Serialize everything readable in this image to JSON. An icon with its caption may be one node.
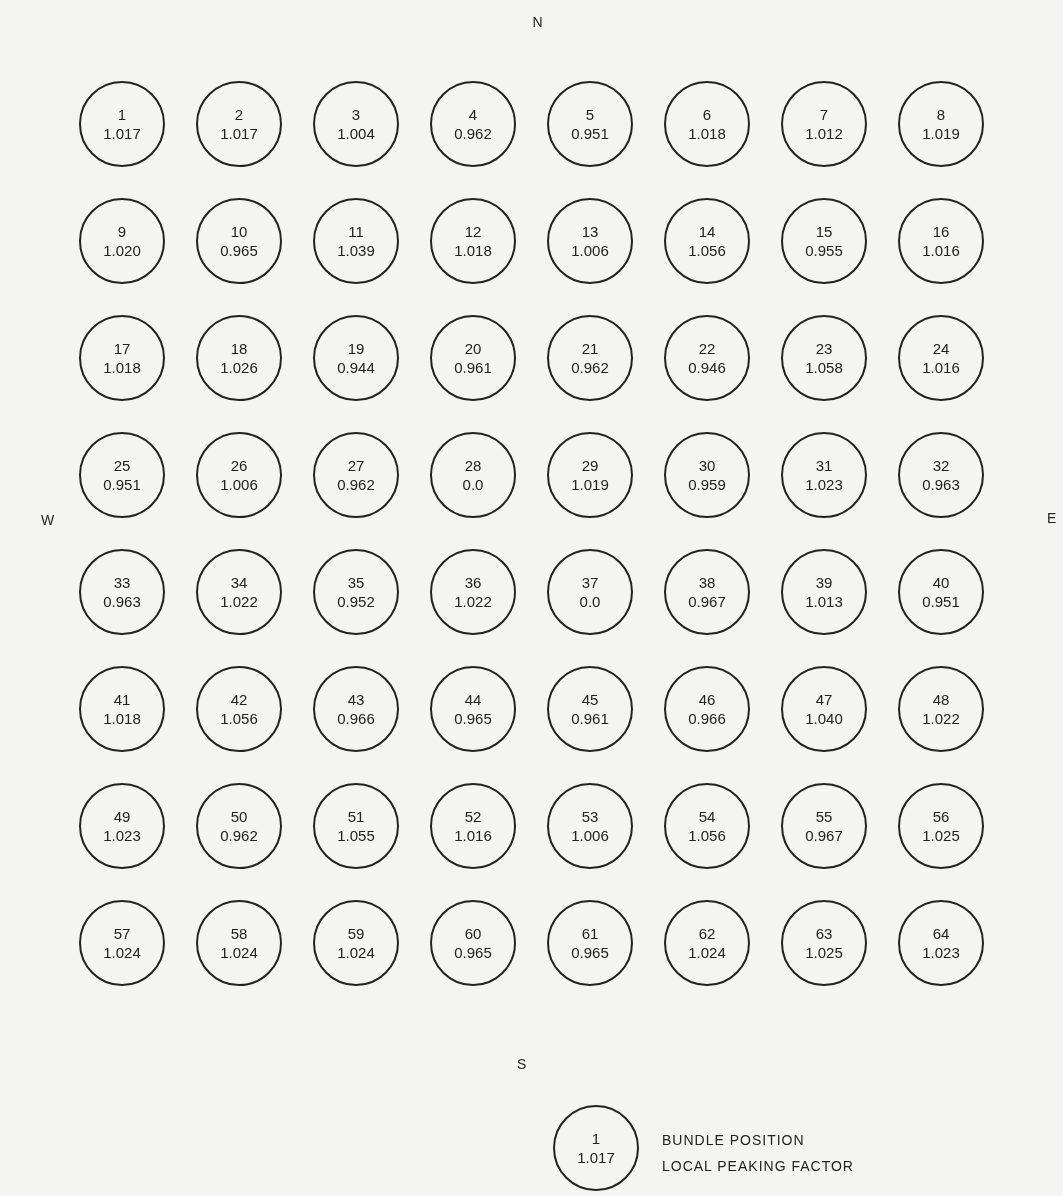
{
  "diagram": {
    "nodes": [
      {
        "text": [
          "1",
          "1.017"
        ]
      },
      {
        "text": [
          "2",
          "1.017"
        ]
      },
      {
        "text": [
          "3",
          "1.004"
        ]
      },
      {
        "text": [
          "4",
          "0.962"
        ]
      },
      {
        "text": [
          "5",
          "0.951"
        ]
      },
      {
        "text": [
          "6",
          "1.018"
        ]
      },
      {
        "text": [
          "7",
          "1.012"
        ]
      },
      {
        "text": [
          "8",
          "1.019"
        ]
      },
      {
        "text": [
          "9",
          "1.020"
        ]
      },
      {
        "text": [
          "10",
          "0.965"
        ]
      },
      {
        "text": [
          "11",
          "1.039"
        ]
      },
      {
        "text": [
          "12",
          "1.018"
        ]
      },
      {
        "text": [
          "13",
          "1.006"
        ]
      },
      {
        "text": [
          "14",
          "1.056"
        ]
      },
      {
        "text": [
          "15",
          "0.955"
        ]
      },
      {
        "text": [
          "16",
          "1.016"
        ]
      },
      {
        "text": [
          "17",
          "1.018"
        ]
      },
      {
        "text": [
          "18",
          "1.026"
        ]
      },
      {
        "text": [
          "19",
          "0.944"
        ]
      },
      {
        "text": [
          "20",
          "0.961"
        ]
      },
      {
        "text": [
          "21",
          "0.962"
        ]
      },
      {
        "text": [
          "22",
          "0.946"
        ]
      },
      {
        "text": [
          "23",
          "1.058"
        ]
      },
      {
        "text": [
          "24",
          "1.016"
        ]
      },
      {
        "text": [
          "25",
          "0.951"
        ]
      },
      {
        "text": [
          "26",
          "1.006"
        ]
      },
      {
        "text": [
          "27",
          "0.962"
        ]
      },
      {
        "text": [
          "28",
          "0.0"
        ]
      },
      {
        "text": [
          "29",
          "1.019"
        ]
      },
      {
        "text": [
          "30",
          "0.959"
        ]
      },
      {
        "text": [
          "31",
          "1.023"
        ]
      },
      {
        "text": [
          "32",
          "0.963"
        ]
      },
      {
        "text": [
          "33",
          "0.963"
        ]
      },
      {
        "text": [
          "34",
          "1.022"
        ]
      },
      {
        "text": [
          "35",
          "0.952"
        ]
      },
      {
        "text": [
          "36",
          "1.022"
        ]
      },
      {
        "text": [
          "37",
          "0.0"
        ]
      },
      {
        "text": [
          "38",
          "0.967"
        ]
      },
      {
        "text": [
          "39",
          "1.013"
        ]
      },
      {
        "text": [
          "40",
          "0.951"
        ]
      },
      {
        "text": [
          "41",
          "1.018"
        ]
      },
      {
        "text": [
          "42",
          "1.056"
        ]
      },
      {
        "text": [
          "43",
          "0.966"
        ]
      },
      {
        "text": [
          "44",
          "0.965"
        ]
      },
      {
        "text": [
          "45",
          "0.961"
        ]
      },
      {
        "text": [
          "46",
          "0.966"
        ]
      },
      {
        "text": [
          "47",
          "1.040"
        ]
      },
      {
        "text": [
          "48",
          "1.022"
        ]
      },
      {
        "text": [
          "49",
          "1.023"
        ]
      },
      {
        "text": [
          "50",
          "0.962"
        ]
      },
      {
        "text": [
          "51",
          "1.055"
        ]
      },
      {
        "text": [
          "52",
          "1.016"
        ]
      },
      {
        "text": [
          "53",
          "1.006"
        ]
      },
      {
        "text": [
          "54",
          "1.056"
        ]
      },
      {
        "text": [
          "55",
          "0.967"
        ]
      },
      {
        "text": [
          "56",
          "1.025"
        ]
      },
      {
        "text": [
          "57",
          "1.024"
        ]
      },
      {
        "text": [
          "58",
          "1.024"
        ]
      },
      {
        "text": [
          "59",
          "1.024"
        ]
      },
      {
        "text": [
          "60",
          "0.965"
        ]
      },
      {
        "text": [
          "61",
          "0.965"
        ]
      },
      {
        "text": [
          "62",
          "1.024"
        ]
      },
      {
        "text": [
          "63",
          "1.025"
        ]
      },
      {
        "text": [
          "64",
          "1.023"
        ]
      },
      {
        "text": [
          "1",
          "1.017"
        ]
      }
    ],
    "labels": [
      "N",
      "W",
      "E",
      "S",
      "BUNDLE POSITION",
      "LOCAL PEAKING FACTOR"
    ]
  }
}
